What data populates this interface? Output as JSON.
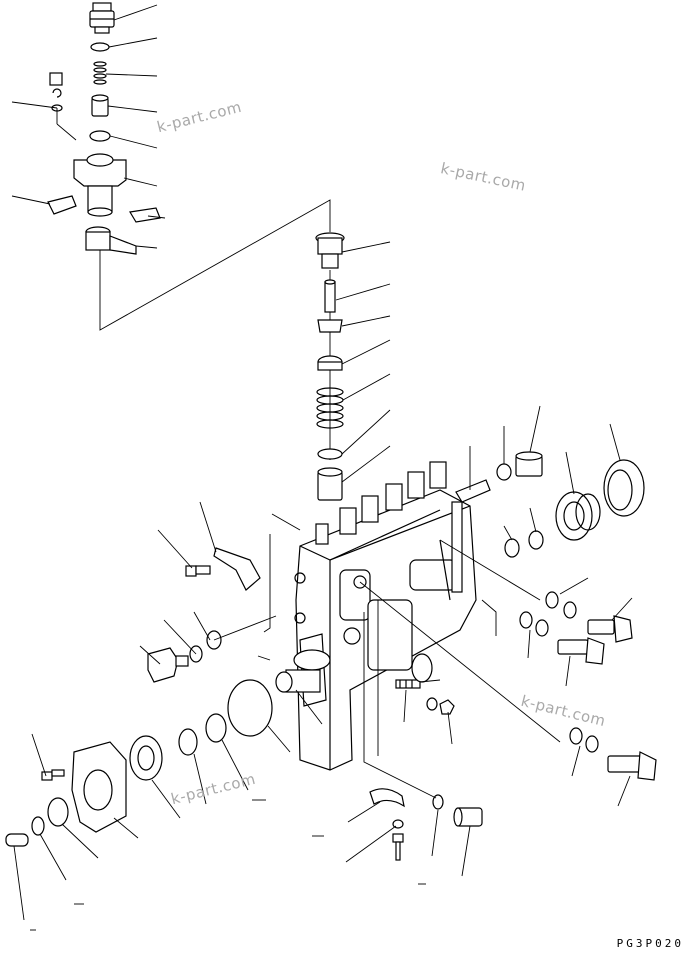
{
  "watermarks": [
    "k-part.com",
    "k-part.com",
    "k-part.com",
    "k-part.com"
  ],
  "drawing_code": "PG3P020"
}
